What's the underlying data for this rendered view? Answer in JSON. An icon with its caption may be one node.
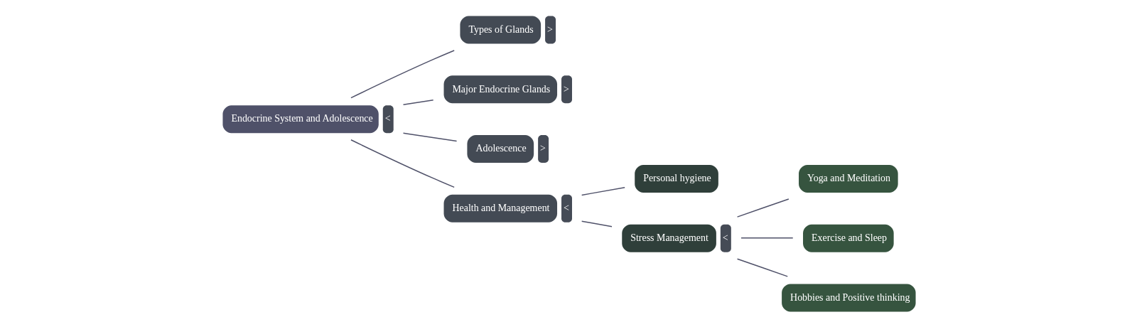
{
  "diagram": {
    "nodes": [
      {
        "text": [
          "Endocrine System and Adolescence"
        ],
        "beside": [
          "<"
        ]
      },
      {
        "text": [
          "Types of Glands"
        ],
        "beside": [
          ">"
        ]
      },
      {
        "text": [
          "Major Endocrine Glands"
        ],
        "beside": [
          ">"
        ]
      },
      {
        "text": [
          "Adolescence"
        ],
        "beside": [
          ">"
        ]
      },
      {
        "text": [
          "Health and Management"
        ],
        "beside": [
          "<"
        ]
      },
      {
        "text": [
          "Personal hygiene"
        ]
      },
      {
        "text": [
          "Stress Management"
        ],
        "beside": [
          "<"
        ]
      },
      {
        "text": [
          "Yoga and Meditation"
        ]
      },
      {
        "text": [
          "Exercise and Sleep"
        ]
      },
      {
        "text": [
          "Hobbies and Positive thinking"
        ]
      }
    ],
    "edges": [
      {
        "from": 0,
        "to": 1,
        "arrow": "none"
      },
      {
        "from": 0,
        "to": 2,
        "arrow": "none"
      },
      {
        "from": 0,
        "to": 3,
        "arrow": "none"
      },
      {
        "from": 0,
        "to": 4,
        "arrow": "none"
      },
      {
        "from": 4,
        "to": 5,
        "arrow": "none"
      },
      {
        "from": 4,
        "to": 6,
        "arrow": "none"
      },
      {
        "from": 6,
        "to": 7,
        "arrow": "none"
      },
      {
        "from": 6,
        "to": 8,
        "arrow": "none"
      },
      {
        "from": 6,
        "to": 9,
        "arrow": "none"
      }
    ]
  }
}
